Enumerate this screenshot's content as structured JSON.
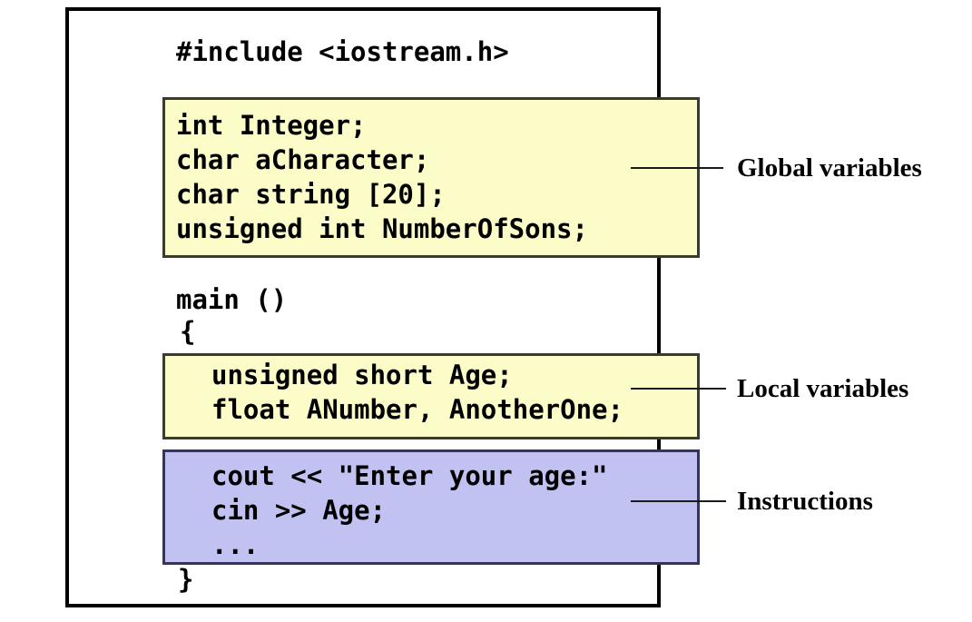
{
  "diagram": {
    "include_line": "#include <iostream.h>",
    "main_signature": "main ()",
    "open_brace": "{",
    "close_brace": "}",
    "global_box": {
      "label": "Global variables",
      "lines": [
        "int Integer;",
        "char aCharacter;",
        "char string [20];",
        "unsigned int NumberOfSons;"
      ],
      "background": "#FCFCC8"
    },
    "local_box": {
      "label": "Local variables",
      "lines": [
        "unsigned short Age;",
        "float ANumber, AnotherOne;"
      ],
      "background": "#FCFCC8"
    },
    "instructions_box": {
      "label": "Instructions",
      "lines": [
        "cout << \"Enter your age:\"",
        "cin >> Age;",
        "..."
      ],
      "background": "#C2C2F2"
    },
    "colors": {
      "yellow_fill": "#FCFCC8",
      "purple_fill": "#C2C2F2",
      "outer_border": "#000000",
      "yellow_border": "#3A3A2E",
      "purple_border": "#34345C",
      "leader_line": "#1A1A1A",
      "text": "#000000"
    }
  }
}
